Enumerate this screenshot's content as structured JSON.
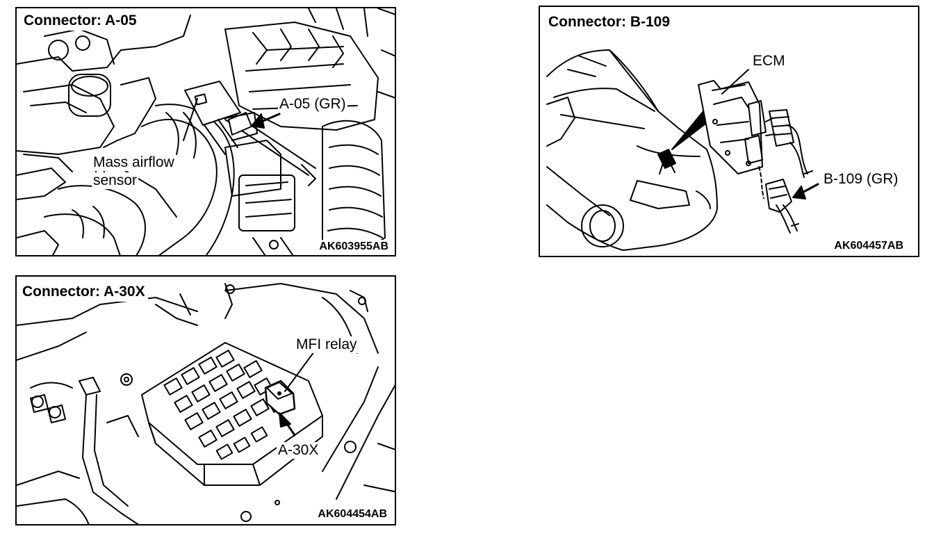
{
  "panels": {
    "a05": {
      "title": "Connector: A-05",
      "connector_label": "A-05 (GR)",
      "component_label_line1": "Mass airflow",
      "component_label_line2": "sensor",
      "figure_code": "AK603955AB"
    },
    "b109": {
      "title": "Connector: B-109",
      "ecm_label": "ECM",
      "connector_label": "B-109 (GR)",
      "figure_code": "AK604457AB"
    },
    "a30x": {
      "title": "Connector: A-30X",
      "component_label": "MFI relay",
      "connector_label": "A-30X",
      "figure_code": "AK604454AB"
    }
  }
}
